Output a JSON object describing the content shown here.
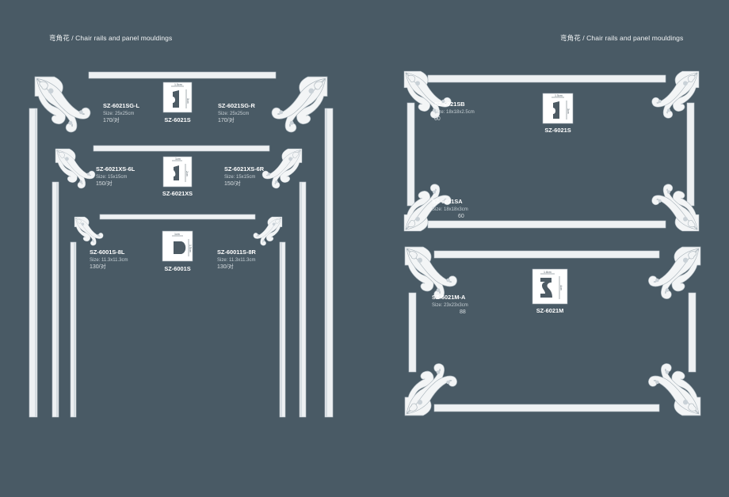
{
  "left_header": "弯角花 / Chair rails and panel mouldings",
  "right_header": "弯角花 / Chair rails and panel mouldings",
  "left_products": [
    {
      "code": "SZ-6021SG-L",
      "size": "Size: 25x25cm",
      "price": "170/对"
    },
    {
      "code": "SZ-6021SG-R",
      "size": "Size: 25x25cm",
      "price": "170/对"
    },
    {
      "code": "SZ-6021XS-6L",
      "size": "Size: 15x15cm",
      "price": "150/对"
    },
    {
      "code": "SZ-6021XS-6R",
      "size": "Size: 15x15cm",
      "price": "150/对"
    },
    {
      "code": "SZ-6001S-8L",
      "size": "Size: 11.3x11.3cm",
      "price": "130/对"
    },
    {
      "code": "SZ-60011S-8R",
      "size": "Size: 11.3x11.3cm",
      "price": "130/对"
    }
  ],
  "left_profiles": [
    {
      "label": "SZ-6021S",
      "width": "1.5cm",
      "height": "3cm"
    },
    {
      "label": "SZ-6021XS",
      "width": "1cm",
      "height": "2cm"
    },
    {
      "label": "SZ-6001S",
      "width": "1cm",
      "height": "1.5cm"
    }
  ],
  "right_products": [
    {
      "code": "SZ-6021SB",
      "size": "Size: 18x18x2.5cm",
      "price": "60"
    },
    {
      "code": "SZ-6021SA",
      "size": "Size: 18x18x3cm",
      "price": "60"
    },
    {
      "code": "SZ-6021M-A",
      "size": "Size: 23x23x3cm",
      "price": "88"
    }
  ],
  "right_profiles": [
    {
      "label": "SZ-6021S",
      "width": "1.5cm",
      "height": "3cm"
    },
    {
      "label": "SZ-6021M",
      "width": "1.8cm",
      "height": "4cm"
    }
  ],
  "colors": {
    "background": "#495a65",
    "moulding": "#eef1f3",
    "text": "#ffffff"
  }
}
